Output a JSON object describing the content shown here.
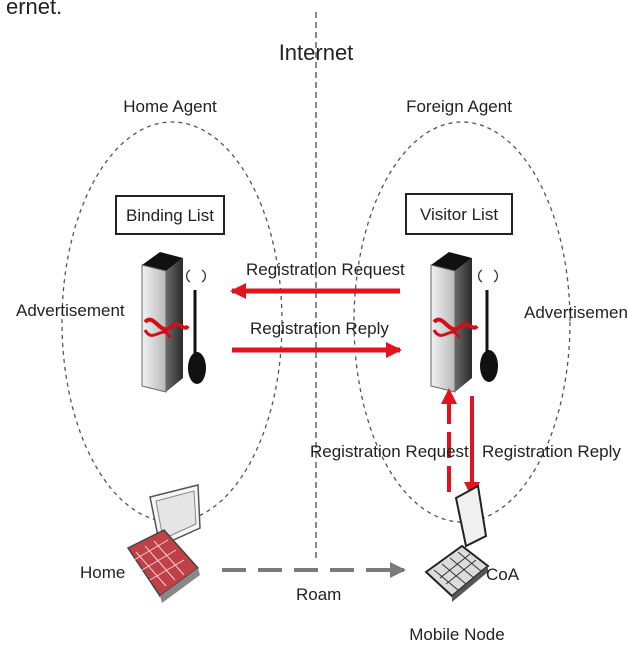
{
  "top_text": "ernet.",
  "internet_label": "Internet",
  "home_agent": {
    "title": "Home Agent",
    "box_label": "Binding List",
    "side_label": "Advertisement"
  },
  "foreign_agent": {
    "title": "Foreign Agent",
    "box_label": "Visitor List",
    "side_label": "Advertisement"
  },
  "arrows": {
    "top_request": "Registration Request",
    "top_reply": "Registration Reply",
    "up_request": "Registration Request",
    "down_reply": "Registration Reply",
    "roam": "Roam"
  },
  "nodes": {
    "home": "Home",
    "coa": "CoA",
    "mobile_node": "Mobile Node"
  },
  "colors": {
    "arrow_red": "#e0141e",
    "roam_gray": "#7a7a7a",
    "server_dark": "#2a2a2a",
    "server_light": "#d8d8d8"
  },
  "icons": [
    "server-icon",
    "antenna-icon",
    "laptop-icon"
  ]
}
